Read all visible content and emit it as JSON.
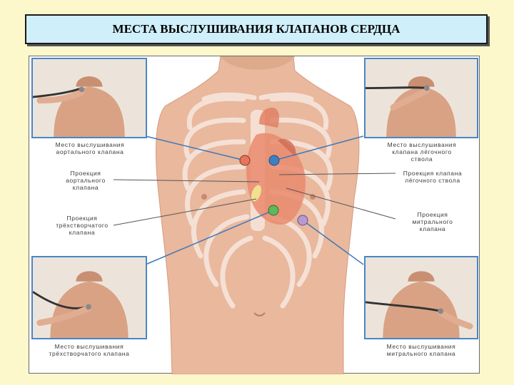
{
  "title": "МЕСТА ВЫСЛУШИВАНИЯ КЛАПАНОВ СЕРДЦА",
  "labels": {
    "aortic_site": [
      "Место выслушивания",
      "аортального клапана"
    ],
    "pulmonary_site": [
      "Место выслушивания",
      "клапана лёгочного",
      "ствола"
    ],
    "aortic_projection": [
      "Проекция",
      "аортального",
      "клапана"
    ],
    "pulmonary_projection": [
      "Проекция клапана",
      "лёгочного ствола"
    ],
    "tricuspid_projection": [
      "Проекция",
      "трёхстворчатого",
      "клапана"
    ],
    "mitral_projection": [
      "Проекция",
      "митрального",
      "клапана"
    ],
    "tricuspid_site": [
      "Место выслушивания",
      "трёхстворчатого клапана"
    ],
    "mitral_site": [
      "Место выслушивания",
      "митрального клапана"
    ]
  },
  "points": {
    "aortic": {
      "color": "#e8755a"
    },
    "pulmonary": {
      "color": "#3d7fc4"
    },
    "tricuspid": {
      "color": "#5fb85a"
    },
    "mitral": {
      "color": "#b79ad0"
    }
  },
  "colors": {
    "skin": "#e9b89d",
    "bone": "#f6e3d8",
    "heart": "#e9896f",
    "leader_line": "#3f78b8",
    "photo_border": "#4a86c8"
  }
}
